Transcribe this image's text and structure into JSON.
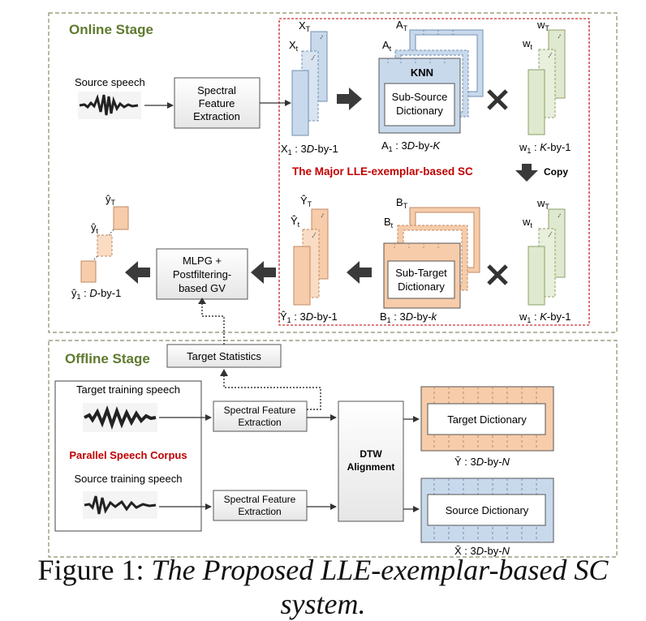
{
  "online": {
    "stage_label": "Online Stage",
    "source_speech": "Source speech",
    "spectral_feature": [
      "Spectral",
      "Feature",
      "Extraction"
    ],
    "xT": "X",
    "xT_sub": "T",
    "xt": "X",
    "xt_sub": "t",
    "x1_label": {
      "main": "X",
      "sub": "1",
      "rest": " : 3",
      "ital": "D",
      "tail": "-by-1"
    },
    "aT": "A",
    "aT_sub": "T",
    "at": "A",
    "at_sub": "t",
    "knn": "KNN",
    "sub_source": [
      "Sub-Source",
      "Dictionary"
    ],
    "a1_label": {
      "main": "A",
      "sub": "1",
      "rest": " : 3",
      "ital": "D",
      "tail": "-by-",
      "ital2": "K"
    },
    "wT": "w",
    "wT_sub": "T",
    "wt": "w",
    "wt_sub": "t",
    "w1_label": {
      "main": "w",
      "sub": "1",
      "rest": " : ",
      "ital": "K",
      "tail": "-by-1"
    },
    "major_title": "The Major LLE-exemplar-based SC",
    "copy": "Copy",
    "yhatT": "ŷ",
    "yhatT_sub": "T",
    "yhatt": "ŷ",
    "yhatt_sub": "t",
    "y1_label": {
      "main": "Ŷ",
      "sub": "1",
      "rest": " : 3",
      "ital": "D",
      "tail": "-by-1"
    },
    "Yt_big": "Ŷ",
    "Yt_big_sub": "t",
    "YT_big": "Ŷ",
    "YT_big_sub": "T",
    "bT": "B",
    "bT_sub": "T",
    "bt": "B",
    "bt_sub": "t",
    "sub_target": [
      "Sub-Target",
      "Dictionary"
    ],
    "b1_label": {
      "main": "B",
      "sub": "1",
      "rest": " : 3",
      "ital": "D",
      "tail": "-by-",
      "ital2": "k"
    },
    "w1b_label": {
      "main": "w",
      "sub": "1",
      "rest": " : ",
      "ital": "K",
      "tail": "-by-1"
    },
    "mlpg": [
      "MLPG +",
      "Postfiltering-",
      "based GV"
    ],
    "out_y1": {
      "main": "ŷ",
      "sub": "1",
      "rest": " : ",
      "ital": "D",
      "tail": "-by-1"
    }
  },
  "offline": {
    "stage_label": "Offline Stage",
    "target_statistics": "Target Statistics",
    "target_training": "Target training speech",
    "parallel_corpus": "Parallel Speech Corpus",
    "source_training": "Source training speech",
    "spectral_feature": [
      "Spectral Feature",
      "Extraction"
    ],
    "dtw": [
      "DTW",
      "Alignment"
    ],
    "target_dict": "Target Dictionary",
    "source_dict": "Source Dictionary",
    "ybar_label": {
      "main": "Ȳ",
      "rest": " : 3",
      "ital": "D",
      "tail": "-by-",
      "ital2": "N"
    },
    "xbar_label": {
      "main": "X̄",
      "rest": " : 3",
      "ital": "D",
      "tail": "-by-",
      "ital2": "N"
    }
  },
  "caption": {
    "prefix": "Figure 1: ",
    "italic": "The Proposed LLE-exemplar-based SC system."
  },
  "colors": {
    "stage_green": "#5f7a2e",
    "red": "#c00000",
    "blue_fill": "#c9d9ec",
    "orange_fill": "#f6ccaa",
    "green_fill": "#dfe9cf"
  }
}
